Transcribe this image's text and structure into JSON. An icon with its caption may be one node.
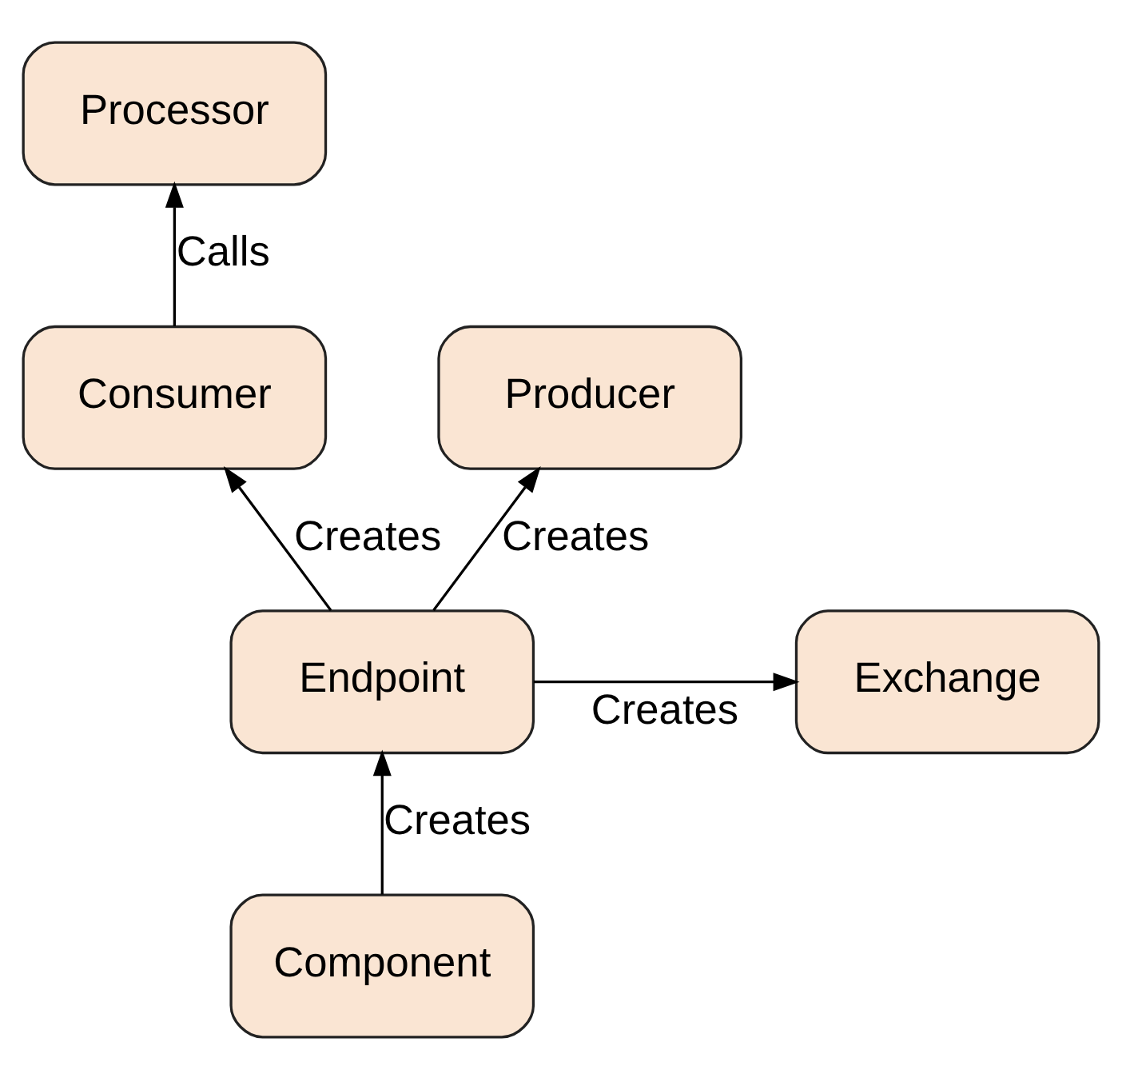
{
  "diagram": {
    "nodes": [
      {
        "text": [
          "Processor"
        ]
      },
      {
        "text": [
          "Consumer"
        ]
      },
      {
        "text": [
          "Producer"
        ]
      },
      {
        "text": [
          "Exchange"
        ]
      },
      {
        "text": [
          "Endpoint"
        ]
      },
      {
        "text": [
          "Component"
        ]
      }
    ],
    "edges": [
      {
        "from": 1,
        "to": 0,
        "arrow": "to",
        "label": "Calls"
      },
      {
        "from": 4,
        "to": 1,
        "arrow": "to",
        "label": "Creates"
      },
      {
        "from": 4,
        "to": 2,
        "arrow": "to",
        "label": "Creates"
      },
      {
        "from": 4,
        "to": 3,
        "arrow": "to",
        "label": "Creates"
      },
      {
        "from": 5,
        "to": 4,
        "arrow": "to",
        "label": "Creates"
      }
    ]
  }
}
